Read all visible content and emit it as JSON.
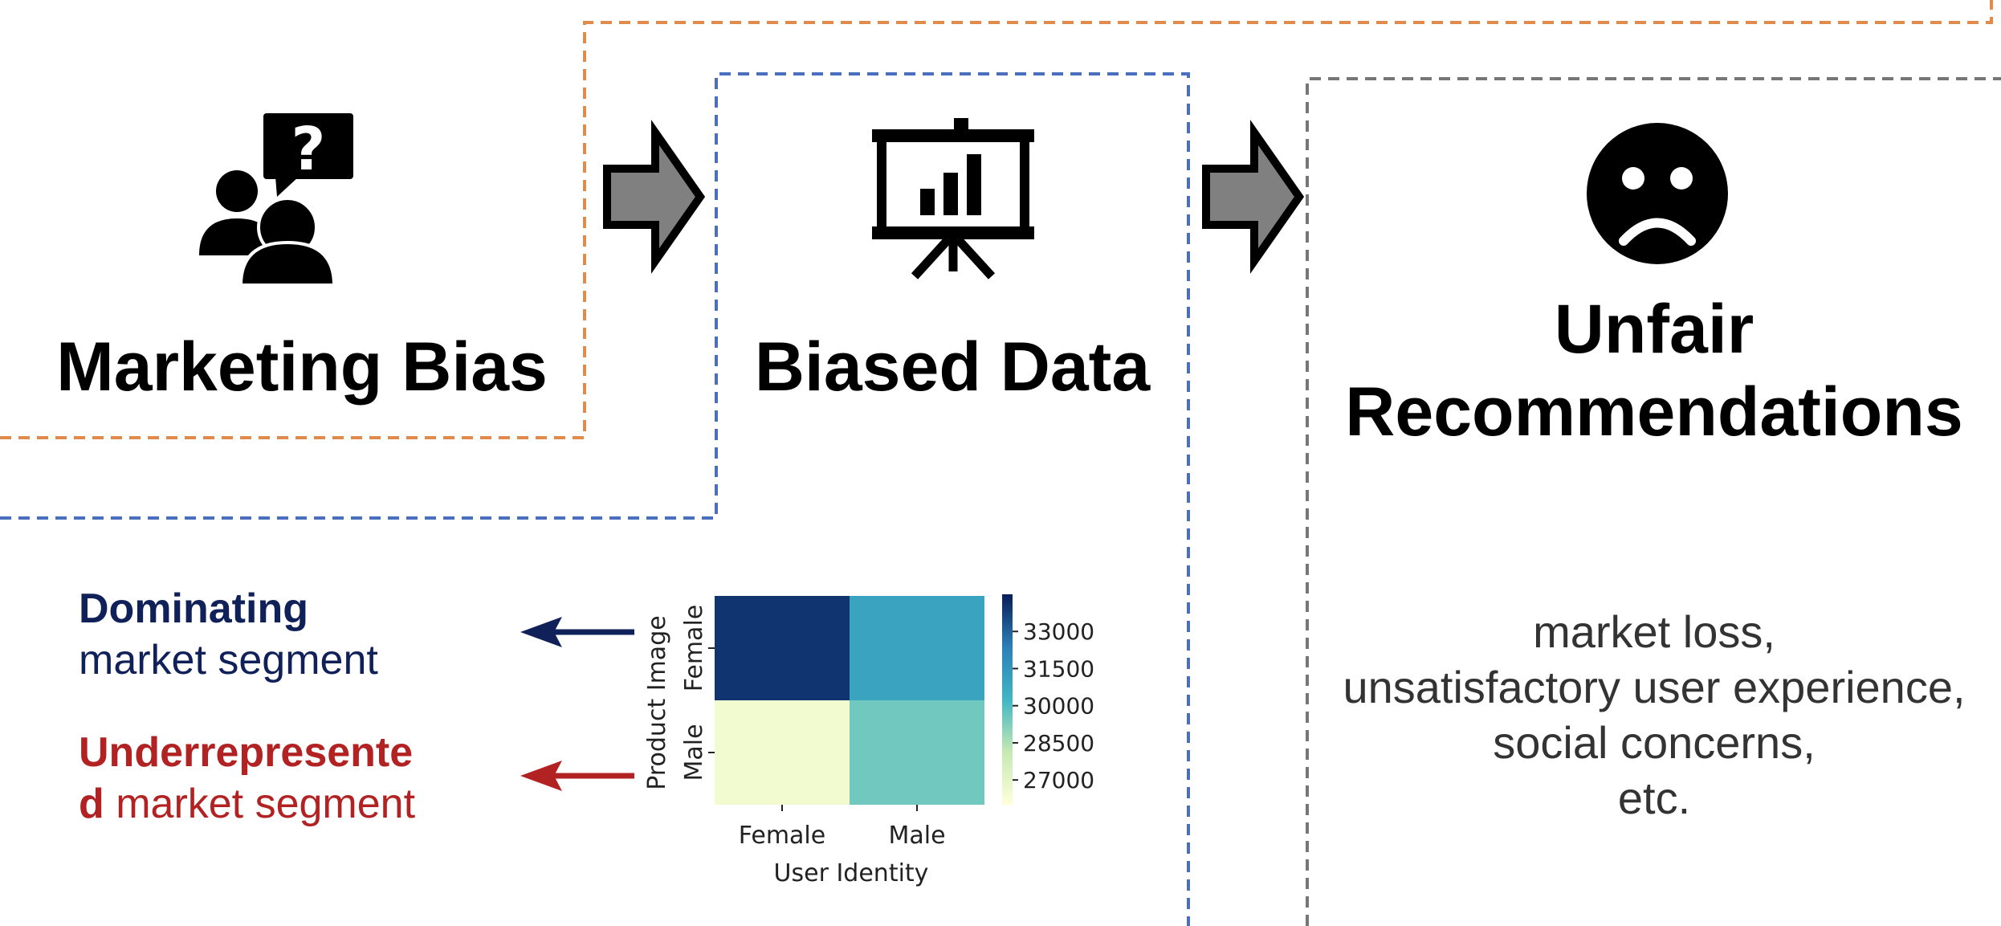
{
  "stages": {
    "marketing_bias": {
      "title": "Marketing Bias",
      "icon": "people-question-icon"
    },
    "biased_data": {
      "title": "Biased Data",
      "icon": "presentation-chart-icon"
    },
    "unfair_recs": {
      "title_line1": "Unfair",
      "title_line2": "Recommendations",
      "icon": "sad-face-icon"
    }
  },
  "impacts": {
    "line1": "market loss,",
    "line2": "unsatisfactory user experience,",
    "line3": "social concerns,",
    "line4": "etc."
  },
  "segments": {
    "dominating": {
      "bold": "Dominating",
      "rest": "market segment",
      "color": "#10215a"
    },
    "underrepresented": {
      "bold_line1": "Underrepresente",
      "bold_line2": "d",
      "rest": " market segment",
      "color": "#b22222"
    }
  },
  "colors": {
    "orange_border": "#e08a4c",
    "blue_border": "#4a6fbf",
    "gray_border": "#777777",
    "arrow_fill": "#808080"
  },
  "chart_data": {
    "type": "heatmap",
    "x_categories": [
      "Female",
      "Male"
    ],
    "y_categories": [
      "Female",
      "Male"
    ],
    "values": [
      [
        34000,
        31000
      ],
      [
        26500,
        29500
      ]
    ],
    "xlabel": "User Identity",
    "ylabel": "Product Image",
    "colorbar": {
      "ticks": [
        33000,
        31500,
        30000,
        28500,
        27000
      ],
      "range": [
        26000,
        34500
      ]
    },
    "colorscale": [
      "#ffffd9",
      "#c7e9b4",
      "#41b6c4",
      "#2c7fb8",
      "#081d58"
    ]
  }
}
